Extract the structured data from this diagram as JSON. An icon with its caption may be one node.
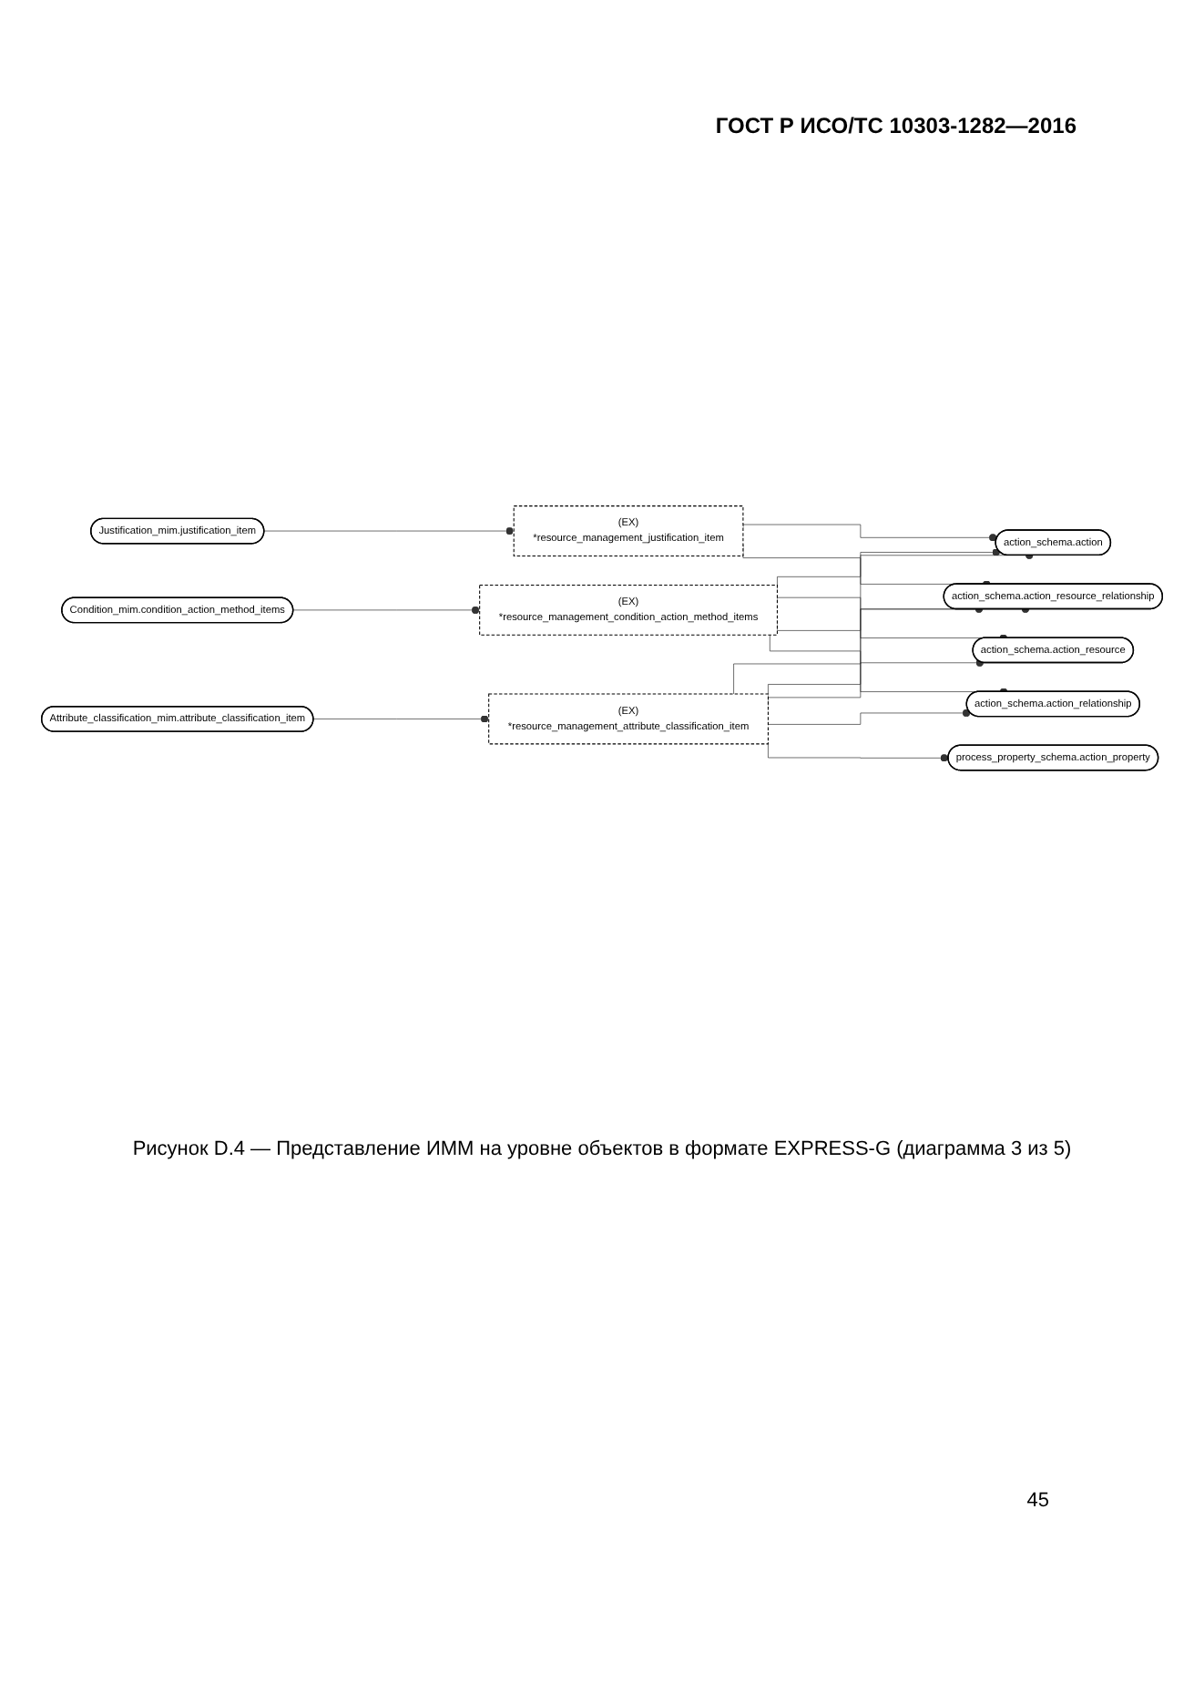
{
  "diagram": {
    "caption": "Рисунок D.4 — Представление ИММ на уровне объектов в формате EXPRESS-G (диаграмма 3 из 5)",
    "nodes": [
      {
        "text": [
          "Condition_mim.condition_action_method_items"
        ]
      },
      {
        "text": [
          "Justification_mim.justification_item"
        ]
      },
      {
        "text": [
          "(EX)",
          "*resource_management_condition_action_method_items"
        ]
      },
      {
        "text": [
          "(EX)",
          "*resource_management_justification_item"
        ]
      },
      {
        "text": [
          "action_schema.action"
        ]
      },
      {
        "text": [
          "action_schema.action_resource"
        ]
      },
      {
        "text": [
          "action_schema.action_resource_relationship"
        ]
      },
      {
        "text": [
          "action_schema.action_relationship"
        ]
      },
      {
        "text": [
          "process_property_schema.action_property"
        ]
      },
      {
        "text": [
          "(EX)",
          "*resource_management_attribute_classification_item"
        ]
      },
      {
        "text": [
          "Attribute_classification_mim.attribute_classification_item"
        ]
      }
    ],
    "edges": [
      {
        "from": 0,
        "to": 2,
        "arrow": "other"
      },
      {
        "from": 1,
        "to": 3,
        "arrow": "other"
      },
      {
        "from": 2,
        "to": 4,
        "arrow": "other"
      },
      {
        "from": 2,
        "to": 5,
        "arrow": "other"
      },
      {
        "from": 2,
        "to": 6,
        "arrow": "other"
      },
      {
        "from": 2,
        "to": 7,
        "arrow": "other"
      },
      {
        "from": 3,
        "to": 4,
        "arrow": "other"
      },
      {
        "from": 3,
        "to": 6,
        "arrow": "other"
      },
      {
        "from": 9,
        "to": 4,
        "arrow": "other"
      },
      {
        "from": 9,
        "to": 5,
        "arrow": "other"
      },
      {
        "from": 9,
        "to": 6,
        "arrow": "other"
      },
      {
        "from": 9,
        "to": 7,
        "arrow": "other"
      },
      {
        "from": 9,
        "to": 8,
        "arrow": "other"
      },
      {
        "from": 10,
        "to": 9,
        "arrow": "other"
      }
    ],
    "labels": [
      "ГОСТ Р ИСО/ТС 10303-1282—2016",
      "45"
    ]
  }
}
